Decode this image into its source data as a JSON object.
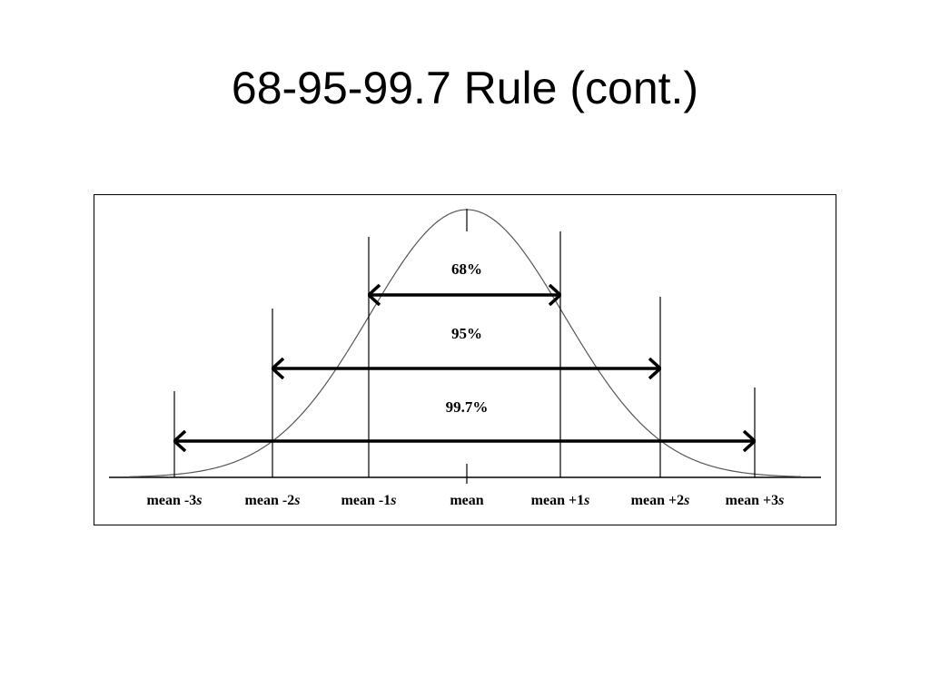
{
  "title": "68-95-99.7 Rule (cont.)",
  "diagram": {
    "intervals": [
      {
        "label": "68%",
        "from_sd": -1,
        "to_sd": 1
      },
      {
        "label": "95%",
        "from_sd": -2,
        "to_sd": 2
      },
      {
        "label": "99.7%",
        "from_sd": -3,
        "to_sd": 3
      }
    ],
    "axis_labels": {
      "m3": {
        "text": "mean -3",
        "sym": "s"
      },
      "m2": {
        "text": "mean -2",
        "sym": "s"
      },
      "m1": {
        "text": "mean -1",
        "sym": "s"
      },
      "m0": {
        "text": "mean",
        "sym": ""
      },
      "p1": {
        "text": "mean +1",
        "sym": "s"
      },
      "p2": {
        "text": "mean +2",
        "sym": "s"
      },
      "p3": {
        "text": "mean +3",
        "sym": "s"
      }
    },
    "colors": {
      "line": "#000000",
      "background": "#ffffff"
    }
  }
}
